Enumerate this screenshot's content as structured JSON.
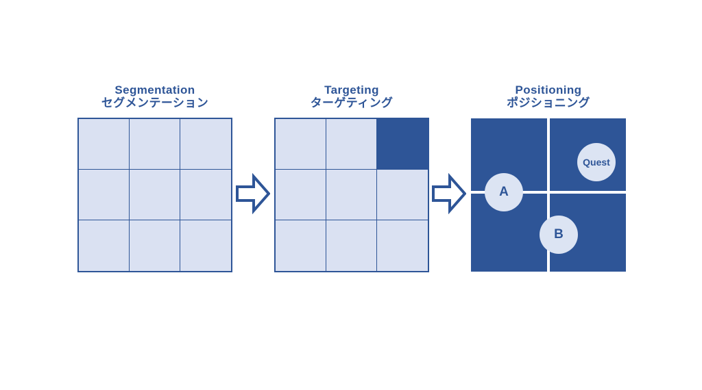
{
  "diagram": {
    "title_color": "#2e5597",
    "fill_light": "#dae1f2",
    "fill_dark": "#2e5597",
    "background": "#ffffff",
    "panels": [
      {
        "id": "segmentation",
        "title_en": "Segmentation",
        "title_jp": "セグメンテーション",
        "type": "grid-3x3",
        "cells": [
          {
            "index": 1,
            "state": "empty"
          },
          {
            "index": 2,
            "state": "empty"
          },
          {
            "index": 3,
            "state": "empty"
          },
          {
            "index": 4,
            "state": "empty"
          },
          {
            "index": 5,
            "state": "empty"
          },
          {
            "index": 6,
            "state": "empty"
          },
          {
            "index": 7,
            "state": "empty"
          },
          {
            "index": 8,
            "state": "empty"
          },
          {
            "index": 9,
            "state": "empty"
          }
        ]
      },
      {
        "id": "targeting",
        "title_en": "Targeting",
        "title_jp": "ターゲティング",
        "type": "grid-3x3",
        "cells": [
          {
            "index": 1,
            "state": "empty"
          },
          {
            "index": 2,
            "state": "empty"
          },
          {
            "index": 3,
            "state": "selected"
          },
          {
            "index": 4,
            "state": "empty"
          },
          {
            "index": 5,
            "state": "empty"
          },
          {
            "index": 6,
            "state": "empty"
          },
          {
            "index": 7,
            "state": "empty"
          },
          {
            "index": 8,
            "state": "empty"
          },
          {
            "index": 9,
            "state": "empty"
          }
        ]
      },
      {
        "id": "positioning",
        "title_en": "Positioning",
        "title_jp": "ポジショニング",
        "type": "map-2x2",
        "bubbles": [
          {
            "label": "A",
            "quadrant": "left-center"
          },
          {
            "label": "Quest",
            "quadrant": "top-right"
          },
          {
            "label": "B",
            "quadrant": "bottom-center"
          }
        ]
      }
    ],
    "arrows": [
      {
        "id": "arrow-1",
        "direction": "right",
        "from": "segmentation",
        "to": "targeting"
      },
      {
        "id": "arrow-2",
        "direction": "right",
        "from": "targeting",
        "to": "positioning"
      }
    ]
  }
}
